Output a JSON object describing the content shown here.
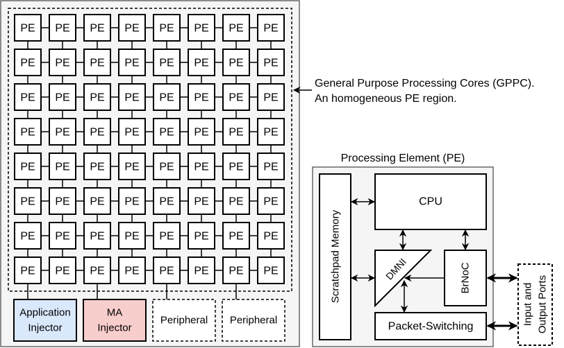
{
  "gppc": {
    "pe_label": "PE",
    "description_line1": "General Purpose Processing Cores (GPPC).",
    "description_line2": "An homogeneous PE region."
  },
  "injectors": [
    {
      "line1": "Application",
      "line2": "Injector",
      "color": "#dae8fc"
    },
    {
      "line1": "MA",
      "line2": "Injector",
      "color": "#f8cecc"
    }
  ],
  "peripherals": [
    "Peripheral",
    "Peripheral"
  ],
  "pe_detail": {
    "title": "Processing Element (PE)",
    "scratchpad": "Scratchpad Memory",
    "cpu": "CPU",
    "dmni": "DMNI",
    "brnoc": "BrNoC",
    "packet_switching": "Packet-Switching"
  },
  "io_ports": {
    "line1": "Input and",
    "line2": "Output Ports"
  },
  "colors": {
    "panel_fill": "#f5f5f5",
    "border": "#666666"
  }
}
